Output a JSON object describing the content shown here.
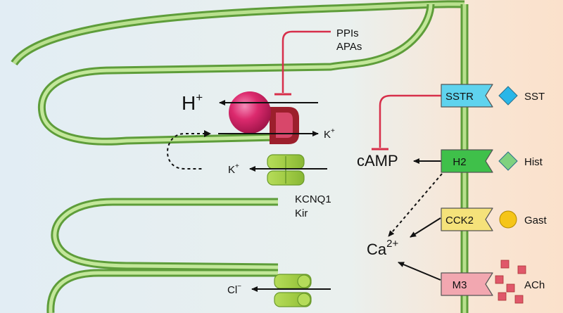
{
  "inhibitors": {
    "line1": "PPIs",
    "line2": "APAs"
  },
  "ions": {
    "h_plus_base": "H",
    "h_plus_sup": "+",
    "k_plus_pump_base": "K",
    "k_plus_pump_sup": "+",
    "k_plus_channel_base": "K",
    "k_plus_channel_sup": "+",
    "cl_minus_base": "Cl",
    "cl_minus_sup": "−"
  },
  "channels": {
    "line1": "KCNQ1",
    "line2": "Kir"
  },
  "second_messengers": {
    "camp": "cAMP",
    "ca_base": "Ca",
    "ca_sup": "2+"
  },
  "receptors": [
    {
      "label": "SSTR",
      "ligand": "SST",
      "color": "#5fd3ee",
      "ligand_color": "#29b6e8"
    },
    {
      "label": "H2",
      "ligand": "Hist",
      "color": "#3fc04a",
      "ligand_color": "#7fd17f"
    },
    {
      "label": "CCK2",
      "ligand": "Gast",
      "color": "#f5e27a",
      "ligand_color": "#f5c518"
    },
    {
      "label": "M3",
      "ligand": "ACh",
      "color": "#f2a7b0",
      "ligand_color": "#e0586a"
    }
  ],
  "colors": {
    "membrane": "#9ccf72",
    "membrane_edge": "#5e9d3a",
    "cytoplasm": "#e4eef3",
    "exterior": "#fae3cf",
    "inhibition": "#d72f4a",
    "pump": "#d8276a",
    "pump_dark": "#9c1f2c"
  }
}
